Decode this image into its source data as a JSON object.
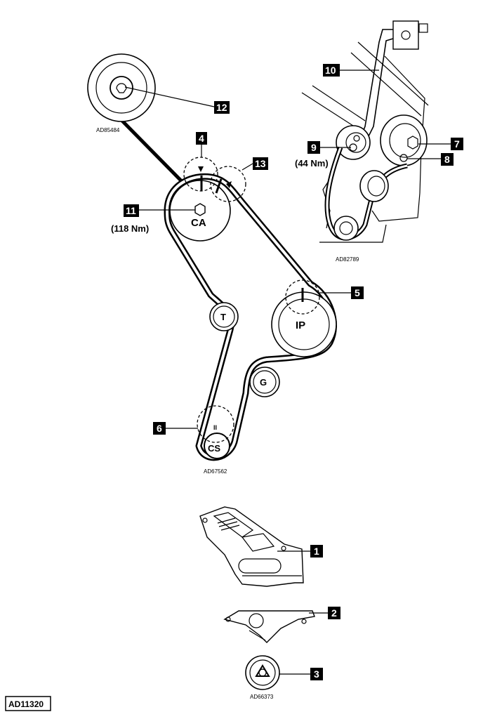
{
  "callouts": {
    "c1": "1",
    "c2": "2",
    "c3": "3",
    "c4": "4",
    "c5": "5",
    "c6": "6",
    "c7": "7",
    "c8": "8",
    "c9": "9",
    "c10": "10",
    "c11": "11",
    "c12": "12",
    "c13": "13"
  },
  "torques": {
    "camshaft": "(118 Nm)",
    "tensioner": "(44 Nm)"
  },
  "pulleys": {
    "camshaft": "CA",
    "injection_pump": "IP",
    "tensioner": "T",
    "guide": "G",
    "crankshaft": "CS"
  },
  "marks": {
    "crank_mark": "II"
  },
  "refs": {
    "r1": "AD85484",
    "r2": "AD82789",
    "r3": "AD67562",
    "r4": "AD66373"
  },
  "figure_id": "AD11320"
}
